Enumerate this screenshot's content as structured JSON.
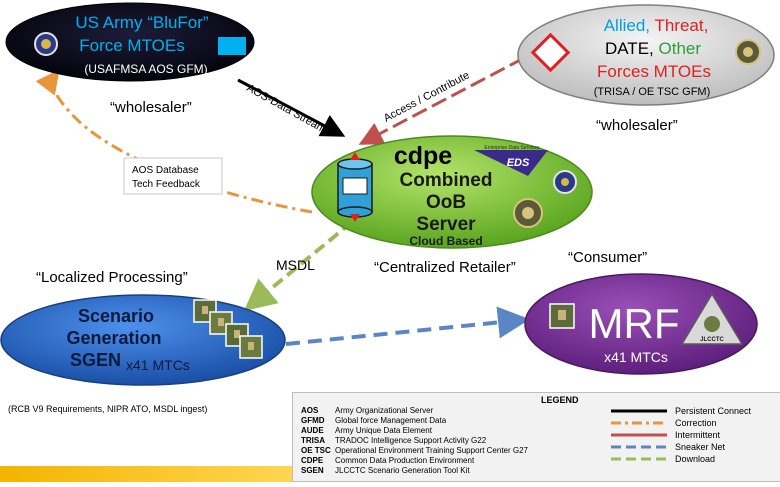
{
  "nodes": {
    "bluforce": {
      "line1": "US Army “BluFor”",
      "line2": "Force MTOEs",
      "line3": "(USAFMSA AOS GFM)",
      "role": "“wholesaler”"
    },
    "allied": {
      "allied": "Allied,",
      "threat": "Threat,",
      "date": "DATE,",
      "other": "Other",
      "forces": "Forces MTOEs",
      "sub": "(TRISA / OE TSC GFM)",
      "role": "“wholesaler”"
    },
    "server": {
      "logo": "cdpe",
      "eds": "EDS",
      "eds_top": "Enterprise Data Services",
      "line1": "Combined",
      "line2": "OoB",
      "line3": "Server",
      "line4": "Cloud Based",
      "role": "“Centralized Retailer”"
    },
    "sgen": {
      "line1": "Scenario",
      "line2": "Generation",
      "line3": "SGEN",
      "suffix": "x41 MTCs",
      "role": "“Localized Processing”",
      "note": "(RCB V9 Requirements, NIPR ATO, MSDL ingest)"
    },
    "mrf": {
      "title": "MRF",
      "suffix": "x41 MTCs",
      "role": "“Consumer”",
      "badge": "JLCCTC"
    }
  },
  "edges": {
    "aos_stream": "AOS-Data Stream",
    "access": "Access / Contribute",
    "feedback_line1": "AOS Database",
    "feedback_line2": "Tech Feedback",
    "msdl": "MSDL"
  },
  "legend": {
    "title": "LEGEND",
    "abbreviations": [
      {
        "abbr": "AOS",
        "text": "Army Organizational Server"
      },
      {
        "abbr": "GFMD",
        "text": "Global force Management Data"
      },
      {
        "abbr": "AUDE",
        "text": "Army Unique Data Element"
      },
      {
        "abbr": "TRISA",
        "text": "TRADOC Intelligence Support Activity G22"
      },
      {
        "abbr": "OE TSC",
        "text": "Operational Environment Training Support Center G27"
      },
      {
        "abbr": "CDPE",
        "text": "Common Data Production Environment"
      },
      {
        "abbr": "SGEN",
        "text": "JLCCTC Scenario Generation Tool Kit"
      }
    ],
    "line_types": [
      {
        "label": "Persistent Connect",
        "color": "#000000",
        "dash": ""
      },
      {
        "label": "Correction",
        "color": "#e8963c",
        "dash": "10 4 3 4"
      },
      {
        "label": "Intermittent",
        "color": "#c0504d",
        "dash": ""
      },
      {
        "label": "Sneaker Net",
        "color": "#5b86c6",
        "dash": "10 5"
      },
      {
        "label": "Download",
        "color": "#9bbb59",
        "dash": "10 5"
      }
    ]
  },
  "colors": {
    "bluforce_fill": "#0a0a1e",
    "allied_fill": "#dcdcdc",
    "server_fill": "#86c637",
    "sgen_fill": "#2e6fd0",
    "mrf_fill": "#7b2f99",
    "cyan": "#00b0f0"
  }
}
